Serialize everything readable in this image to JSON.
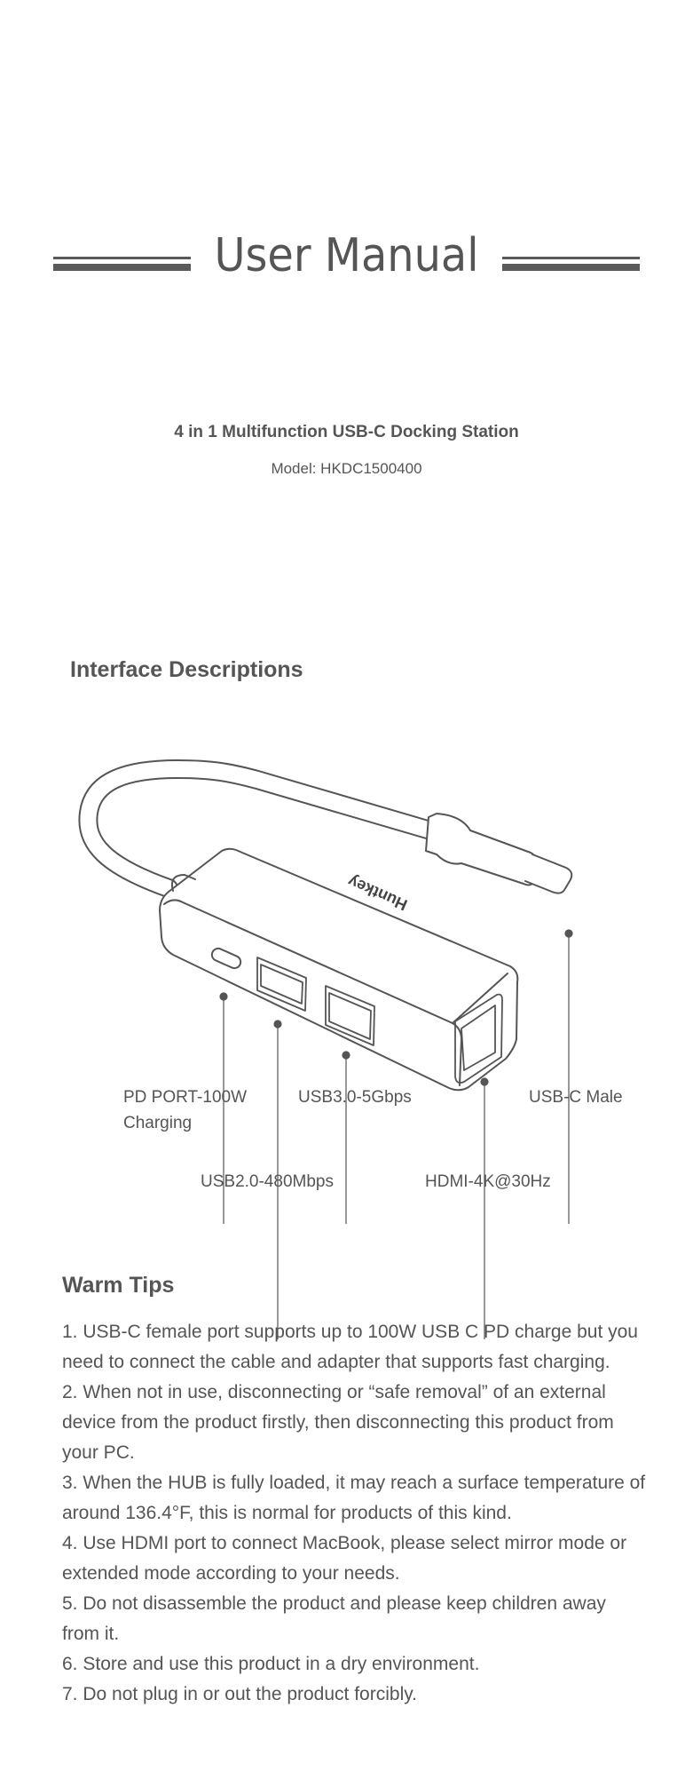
{
  "header": {
    "title": "User Manual",
    "product_name": "4 in 1 Multifunction USB-C Docking Station",
    "model": "Model: HKDC1500400"
  },
  "interfaces": {
    "heading": "Interface Descriptions",
    "brand_logo": "Huntkey",
    "labels": {
      "pd_port_line1": "PD PORT-100W",
      "pd_port_line2": "Charging",
      "usb3": "USB3.0-5Gbps",
      "usbc_male": "USB-C Male",
      "usb2": "USB2.0-480Mbps",
      "hdmi": "HDMI-4K@30Hz"
    }
  },
  "tips": {
    "heading": "Warm Tips",
    "items": [
      "1. USB-C female port supports up to 100W USB C PD charge but you need to connect the cable and adapter that supports fast charging.",
      "2. When not in use, disconnecting or “safe removal” of an external device from the product firstly, then disconnecting this product from your PC.",
      "3. When the HUB is fully loaded, it may reach a surface temperature of around 136.4°F, this is normal for products of this kind.",
      "4. Use HDMI port to connect MacBook, please select mirror mode or extended mode according to your needs.",
      "5. Do not disassemble the product and please keep children away from it.",
      "6. Store and use this product in a dry environment.",
      "7. Do not plug in or out the product forcibly."
    ]
  }
}
